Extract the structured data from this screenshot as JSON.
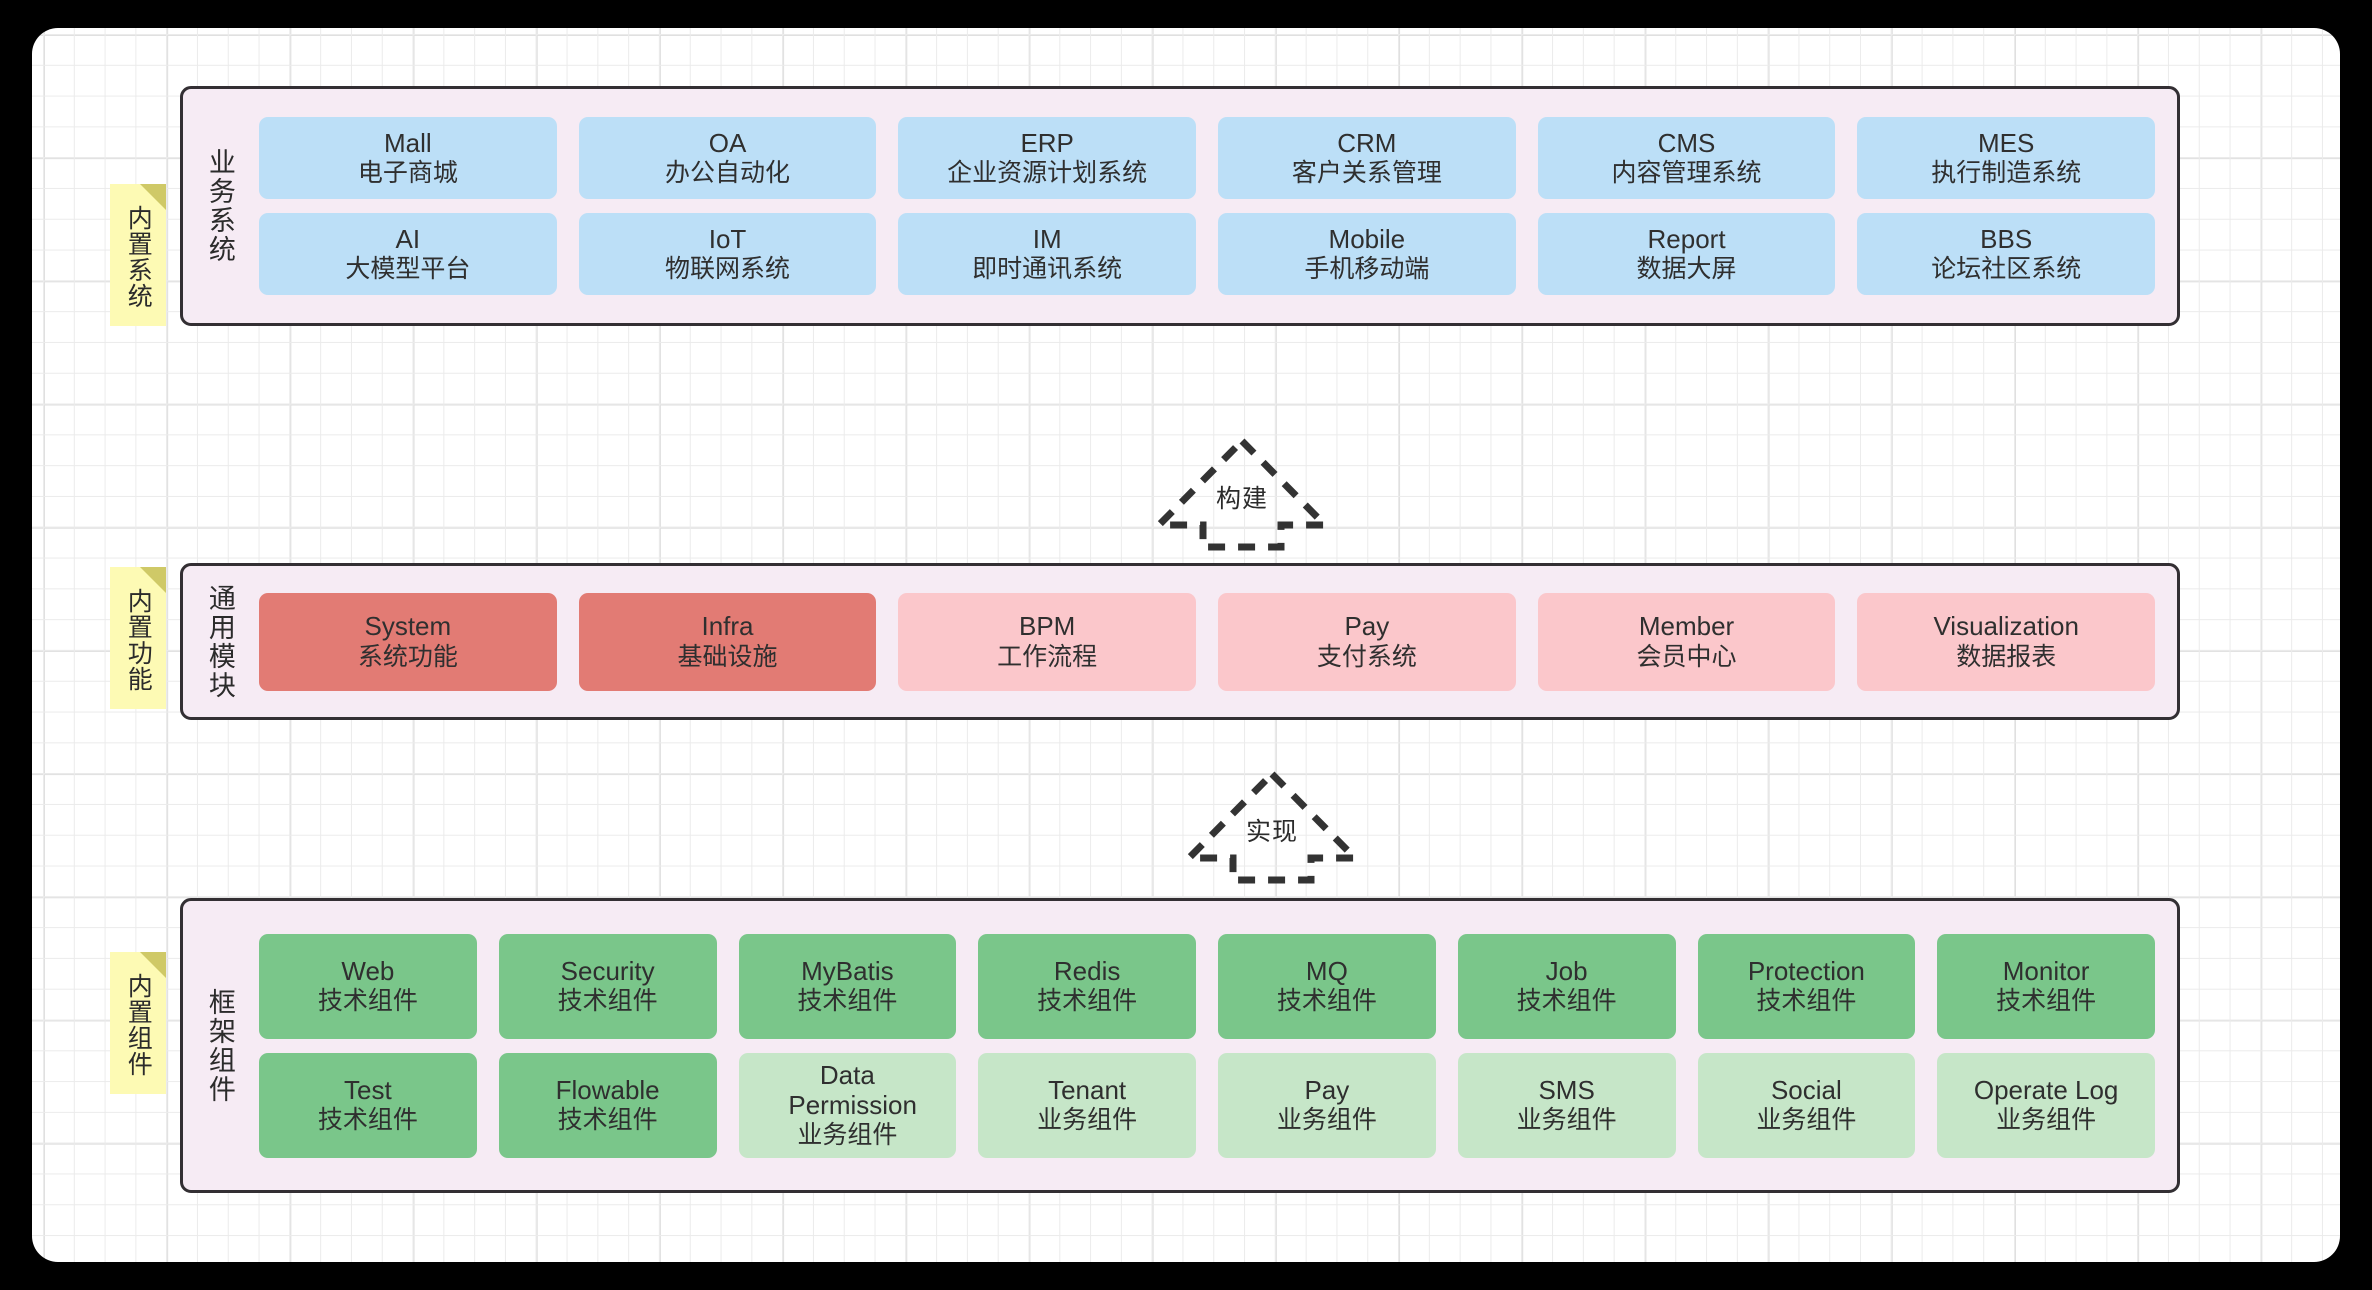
{
  "sections": [
    {
      "note": "内置系统",
      "label": "业务系统",
      "card_style": "blue",
      "rows": [
        [
          {
            "title": "Mall",
            "subtitle": "电子商城"
          },
          {
            "title": "OA",
            "subtitle": "办公自动化"
          },
          {
            "title": "ERP",
            "subtitle": "企业资源计划系统"
          },
          {
            "title": "CRM",
            "subtitle": "客户关系管理"
          },
          {
            "title": "CMS",
            "subtitle": "内容管理系统"
          },
          {
            "title": "MES",
            "subtitle": "执行制造系统"
          }
        ],
        [
          {
            "title": "AI",
            "subtitle": "大模型平台"
          },
          {
            "title": "IoT",
            "subtitle": "物联网系统"
          },
          {
            "title": "IM",
            "subtitle": "即时通讯系统"
          },
          {
            "title": "Mobile",
            "subtitle": "手机移动端"
          },
          {
            "title": "Report",
            "subtitle": "数据大屏"
          },
          {
            "title": "BBS",
            "subtitle": "论坛社区系统"
          }
        ]
      ]
    },
    {
      "note": "内置功能",
      "label": "通用模块",
      "rows": [
        [
          {
            "title": "System",
            "subtitle": "系统功能",
            "style": "red"
          },
          {
            "title": "Infra",
            "subtitle": "基础设施",
            "style": "red"
          },
          {
            "title": "BPM",
            "subtitle": "工作流程",
            "style": "pink"
          },
          {
            "title": "Pay",
            "subtitle": "支付系统",
            "style": "pink"
          },
          {
            "title": "Member",
            "subtitle": "会员中心",
            "style": "pink"
          },
          {
            "title": "Visualization",
            "subtitle": "数据报表",
            "style": "pink"
          }
        ]
      ]
    },
    {
      "note": "内置组件",
      "label": "框架组件",
      "rows": [
        [
          {
            "title": "Web",
            "subtitle": "技术组件",
            "style": "green"
          },
          {
            "title": "Security",
            "subtitle": "技术组件",
            "style": "green"
          },
          {
            "title": "MyBatis",
            "subtitle": "技术组件",
            "style": "green"
          },
          {
            "title": "Redis",
            "subtitle": "技术组件",
            "style": "green"
          },
          {
            "title": "MQ",
            "subtitle": "技术组件",
            "style": "green"
          },
          {
            "title": "Job",
            "subtitle": "技术组件",
            "style": "green"
          },
          {
            "title": "Protection",
            "subtitle": "技术组件",
            "style": "green"
          },
          {
            "title": "Monitor",
            "subtitle": "技术组件",
            "style": "green"
          }
        ],
        [
          {
            "title": "Test",
            "subtitle": "技术组件",
            "style": "green"
          },
          {
            "title": "Flowable",
            "subtitle": "技术组件",
            "style": "green"
          },
          {
            "title": "Data Permission",
            "subtitle": "业务组件",
            "style": "green2"
          },
          {
            "title": "Tenant",
            "subtitle": "业务组件",
            "style": "green2"
          },
          {
            "title": "Pay",
            "subtitle": "业务组件",
            "style": "green2"
          },
          {
            "title": "SMS",
            "subtitle": "业务组件",
            "style": "green2"
          },
          {
            "title": "Social",
            "subtitle": "业务组件",
            "style": "green2"
          },
          {
            "title": "Operate Log",
            "subtitle": "业务组件",
            "style": "green2"
          }
        ]
      ]
    }
  ],
  "arrows": [
    {
      "label": "构建"
    },
    {
      "label": "实现"
    }
  ],
  "colors": {
    "canvas": "#ffffff",
    "background": "#000000",
    "panel_fill": "#f6ebf4",
    "panel_border": "#332f33",
    "note": "#fdfab4",
    "note_fold": "#cfc967",
    "blue": "#bcdff7",
    "red": "#e27b74",
    "pink": "#fbc7cb",
    "green": "#7ac68a",
    "green2": "#c6e6c8",
    "arrow": "#333333"
  }
}
